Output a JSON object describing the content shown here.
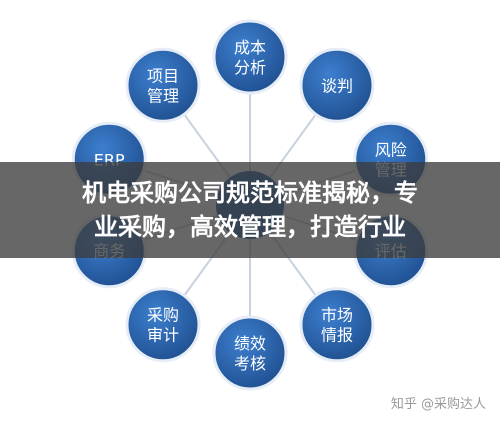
{
  "nodes": [
    {
      "label": "成本\n分析"
    },
    {
      "label": "谈判"
    },
    {
      "label": "风险\n管理"
    },
    {
      "label": "评估"
    },
    {
      "label": "市场\n情报"
    },
    {
      "label": "绩效\n考核"
    },
    {
      "label": "采购\n审计"
    },
    {
      "label": "商务"
    },
    {
      "label": "ERP"
    },
    {
      "label": "项目\n管理"
    }
  ],
  "banner": {
    "line1": "机电采购公司规范标准揭秘，专",
    "line2": "业采购，高效管理，打造行业"
  },
  "watermark": "知乎 @采购达人",
  "colors": {
    "node": "#2a66b5",
    "node_dark": "#1f4f8f",
    "connector": "#c8d2de",
    "center": "#1e56a0"
  }
}
